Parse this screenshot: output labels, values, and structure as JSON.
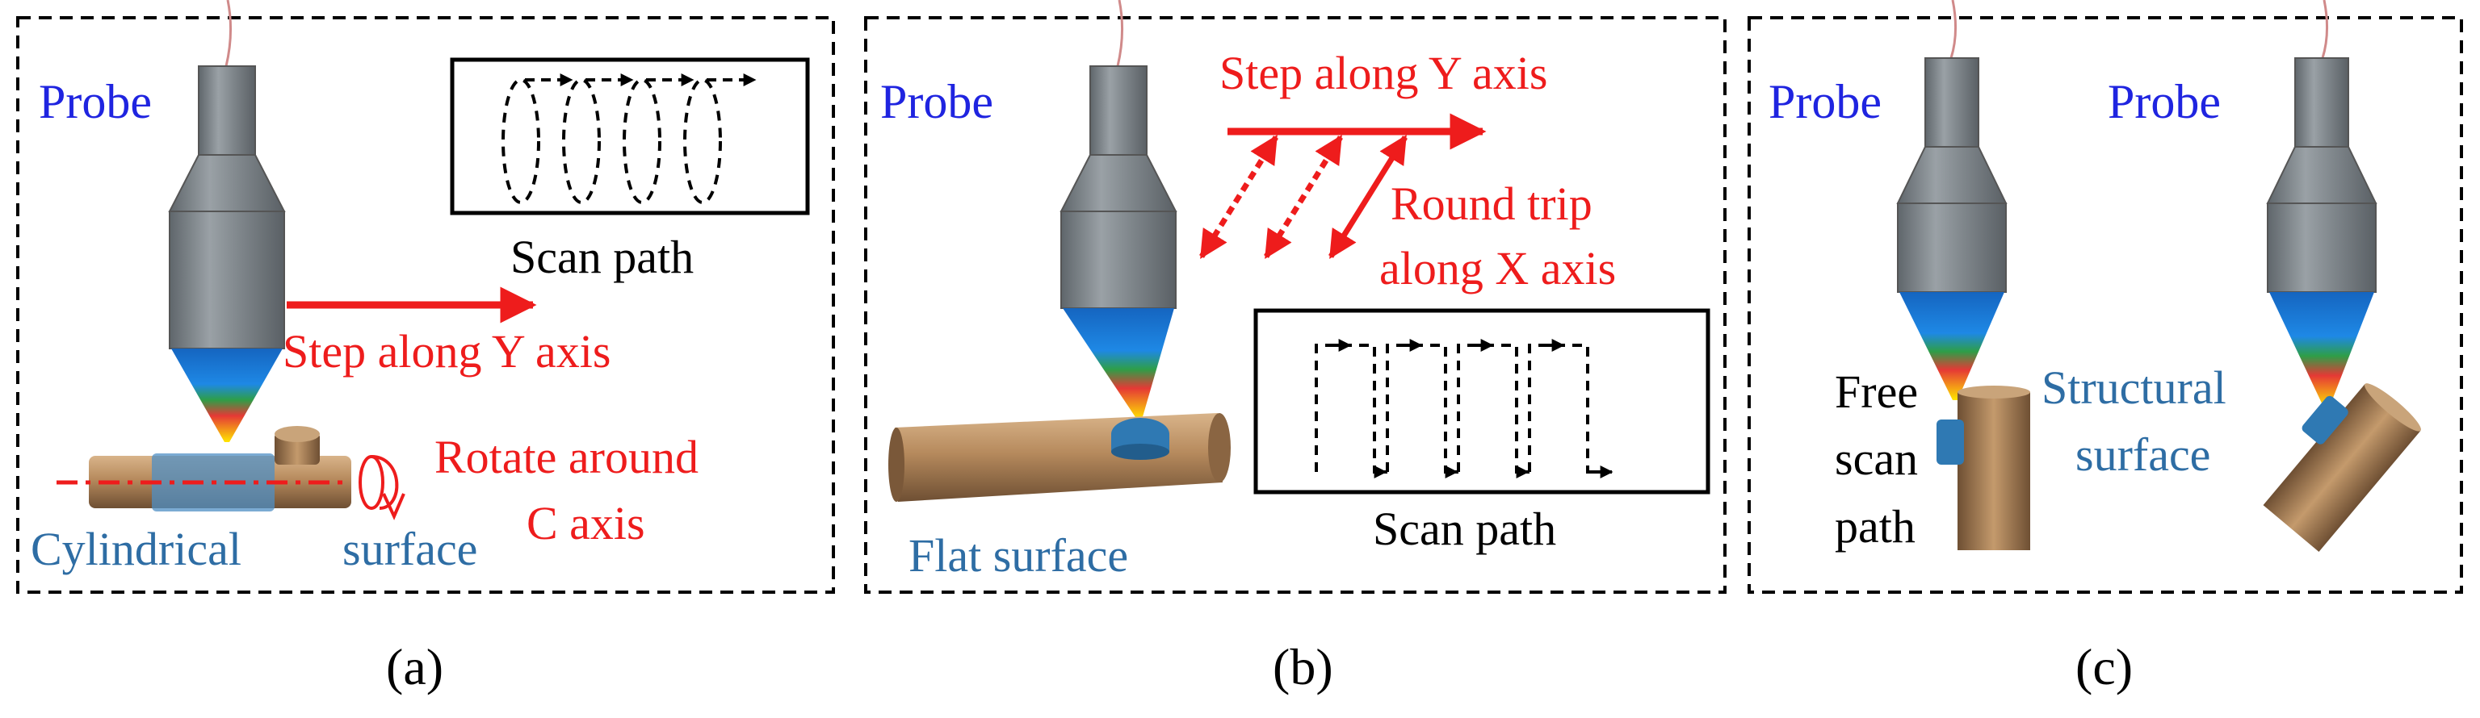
{
  "colors": {
    "label_blue": "#1f24e0",
    "annotation_red": "#ee1c1c",
    "surface_label_blue": "#2e6da4",
    "frame": "#000000",
    "probe_gray": "#7d8489",
    "workpiece_bronze": "#b88a5c",
    "coating_blue": "#3d7fb0"
  },
  "panels": [
    {
      "caption": "(a)",
      "probe_label": "Probe",
      "scan_path_label": "Scan path",
      "step_label": "Step along Y axis",
      "rotate_label_line1": "Rotate around",
      "rotate_label_line2": "C axis",
      "surface_label_part1": "Cylindrical",
      "surface_label_part2": "surface"
    },
    {
      "caption": "(b)",
      "probe_label": "Probe",
      "step_label": "Step along Y axis",
      "round_trip_line1": "Round trip",
      "round_trip_line2": "along X axis",
      "scan_path_label": "Scan path",
      "surface_label": "Flat surface"
    },
    {
      "caption": "(c)",
      "probe_label_left": "Probe",
      "probe_label_right": "Probe",
      "free_path_line1": "Free",
      "free_path_line2": "scan",
      "free_path_line3": "path",
      "structural_line1": "Structural",
      "structural_line2": "surface"
    }
  ]
}
